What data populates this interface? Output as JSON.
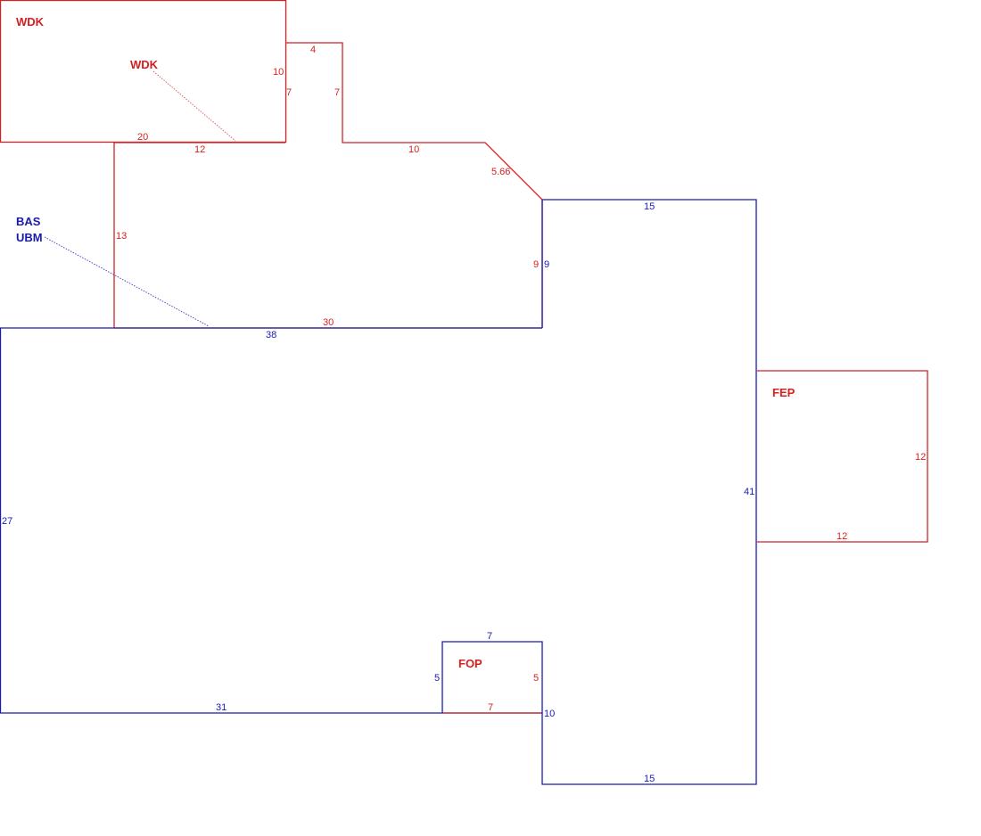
{
  "colors": {
    "red": "#d42020",
    "blue": "#1a1ab0"
  },
  "areas": {
    "wdk_outer": "WDK",
    "wdk_inner": "WDK",
    "bas": "BAS",
    "ubm": "UBM",
    "fep": "FEP",
    "fop": "FOP"
  },
  "dims": {
    "wdk_top_right_4": "4",
    "wdk_right_10": "10",
    "wdk_inner_7": "7",
    "wdk_step_7": "7",
    "wdk_bottom_20": "20",
    "wdk_lower_12": "12",
    "wdk_run_10": "10",
    "wdk_diag": "5.66",
    "wdk_left_13": "13",
    "wdk_right_9": "9",
    "wdk_bottom_30": "30",
    "bas_right_9": "9",
    "bas_top_15": "15",
    "bas_mid_38": "38",
    "bas_left_27": "27",
    "bas_right_41": "41",
    "bas_bottom_31": "31",
    "bas_bottom_15": "15",
    "bas_step_10": "10",
    "fep_right_12": "12",
    "fep_bottom_12": "12",
    "fop_top_7": "7",
    "fop_left_5": "5",
    "fop_right_5": "5",
    "fop_bottom_7": "7"
  }
}
